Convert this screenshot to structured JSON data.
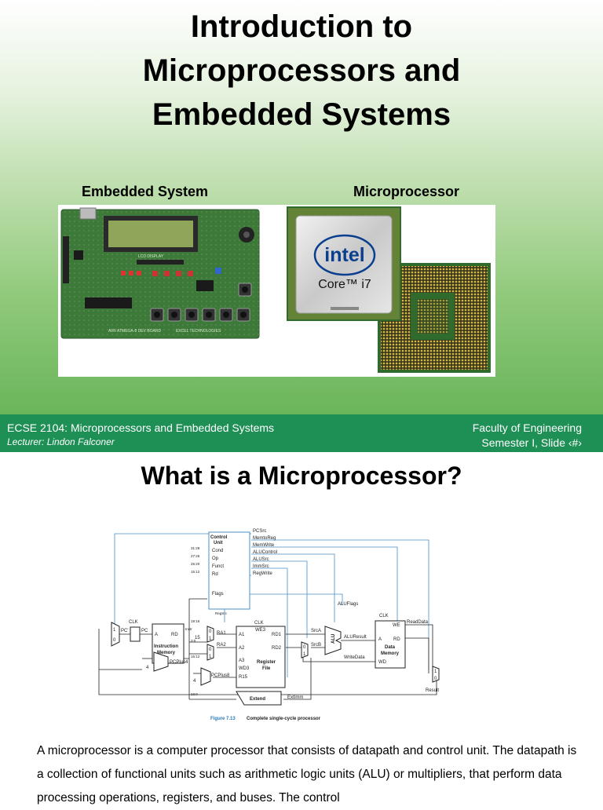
{
  "slide1": {
    "title_lines": [
      "Introduction to",
      "Microprocessors and",
      "Embedded Systems"
    ],
    "label_embedded": "Embedded System",
    "label_micro": "Microprocessor",
    "board_text": [
      "LCD DISPLAY",
      "AVR ATMEGA-8 DEV BOARD",
      "EXCEL TECHNOLOGIES"
    ],
    "chip_brand": "intel",
    "chip_model": "Core™ i7"
  },
  "footer": {
    "course": "ECSE 2104: Microprocessors and Embedded Systems",
    "lecturer": "Lecturer: Lindon Falconer",
    "faculty": "Faculty of Engineering",
    "semester": "Semester I,  Slide ‹#›"
  },
  "slide2": {
    "title": "What is a Microprocessor?",
    "diagram": {
      "caption_fig": "Figure 7.13",
      "caption_text": "Complete single-cycle processor",
      "control_unit": [
        "Control",
        "Unit"
      ],
      "control_inputs": [
        "Cond",
        "Op",
        "Funct",
        "Rd",
        "Flags"
      ],
      "control_outputs": [
        "PCSrc",
        "MemtoReg",
        "MemWrite",
        "ALUControl",
        "ALUSrc",
        "ImmSrc",
        "RegWrite"
      ],
      "bit_ranges": [
        "31:28",
        "27:26",
        "25:20",
        "15:12",
        "19:16",
        "3:0",
        "15:12",
        "23:0"
      ],
      "labels": {
        "clk1": "CLK",
        "clk2": "CLK",
        "clk3": "CLK",
        "pc": "PC",
        "pcprime": "PC'",
        "a": "A",
        "rd": "RD",
        "instr_mem": [
          "Instruction",
          "Memory"
        ],
        "instr": "Instr",
        "ra1": "RA1",
        "ra2": "RA2",
        "a1": "A1",
        "a2": "A2",
        "a3": "A3",
        "wd3": "WD3",
        "r15": "R15",
        "we3": "WE3",
        "rd1": "RD1",
        "rd2": "RD2",
        "reg_file": [
          "Register",
          "File"
        ],
        "srca": "SrcA",
        "srcb": "SrcB",
        "alu": "ALU",
        "aluflags": "ALUFlags",
        "aluresult": "ALUResult",
        "writedata": "WriteData",
        "we": "WE",
        "readdata": "ReadData",
        "data_mem": [
          "Data",
          "Memory"
        ],
        "wd": "WD",
        "pcplus4": "PCPlus4",
        "pcplus8": "PCPlus8",
        "four1": "4",
        "four2": "4",
        "fifteen": "15",
        "extend": "Extend",
        "extimm": "ExtImm",
        "result": "Result",
        "regsrc": "RegSrc",
        "m0": "0",
        "m1": "1"
      }
    },
    "body": "A microprocessor is a computer processor that consists of datapath and control unit.  The datapath is a collection of functional units such as arithmetic logic units (ALU) or multipliers, that perform data processing operations, registers, and buses. The control"
  },
  "colors": {
    "footer_bg": "#1e8f55",
    "gradient_bottom": "#6ab55a",
    "wire_blue": "#4a90c8",
    "pcb_green": "#3d7a3a",
    "lcd": "#8fa65a"
  }
}
